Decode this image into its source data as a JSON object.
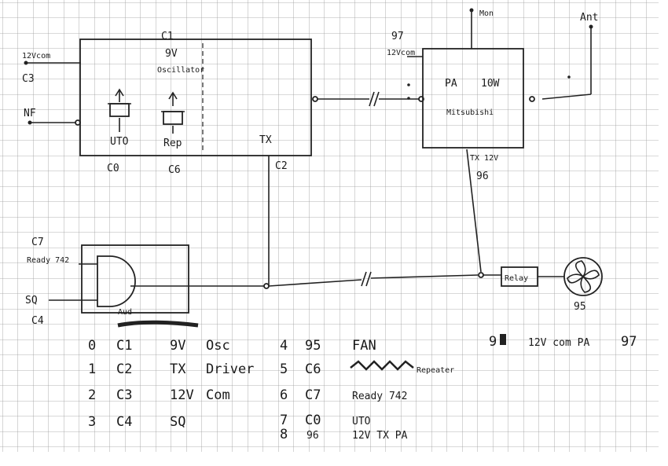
{
  "colors": {
    "paper": "#ffffff",
    "grid": "#9a9a9a",
    "ink": "#1a1a1a"
  },
  "diagram": {
    "osc_box": {
      "name": "C1",
      "voltage": "9V",
      "desc": "Oscillator",
      "output": "TX",
      "extra": "C2"
    },
    "left_inputs": {
      "power": "12Vcom",
      "power_id": "C3",
      "nf": "NF"
    },
    "crystals": {
      "left": "UTO",
      "left_id": "C0",
      "right": "Rep",
      "right_id": "C6"
    },
    "pa": {
      "name": "PA",
      "power": "10W",
      "desc": "Mitsubishi",
      "in_power": "12Vcom",
      "in_id": "97",
      "out_label": "TX 12V",
      "out_id": "96"
    },
    "top_labels": {
      "mon": "Mon",
      "ant": "Ant"
    },
    "gate": {
      "id": "C7",
      "in1": "Ready 742",
      "in2": "SQ",
      "in2_id": "C4",
      "aud": "Aud"
    },
    "relay": {
      "label": "Relay",
      "fan_id": "95"
    },
    "note": {
      "prefix": "9",
      "text": "12V com PA",
      "id": "97"
    }
  },
  "legend_left": [
    {
      "num": "0",
      "code": "C1",
      "val": "9V",
      "desc": "Osc"
    },
    {
      "num": "1",
      "code": "C2",
      "val": "TX",
      "desc": "Driver"
    },
    {
      "num": "2",
      "code": "C3",
      "val": "12V",
      "desc": "Com"
    },
    {
      "num": "3",
      "code": "C4",
      "val": "SQ",
      "desc": ""
    }
  ],
  "legend_right": [
    {
      "num": "4",
      "code": "95",
      "desc": "FAN"
    },
    {
      "num": "5",
      "code": "C6",
      "desc": "Repeater"
    },
    {
      "num": "6",
      "code": "C7",
      "desc": "Ready 742"
    },
    {
      "num": "7",
      "code": "C0",
      "desc": "UTO"
    },
    {
      "num": "8",
      "code": "96",
      "desc": "12V TX PA"
    }
  ]
}
